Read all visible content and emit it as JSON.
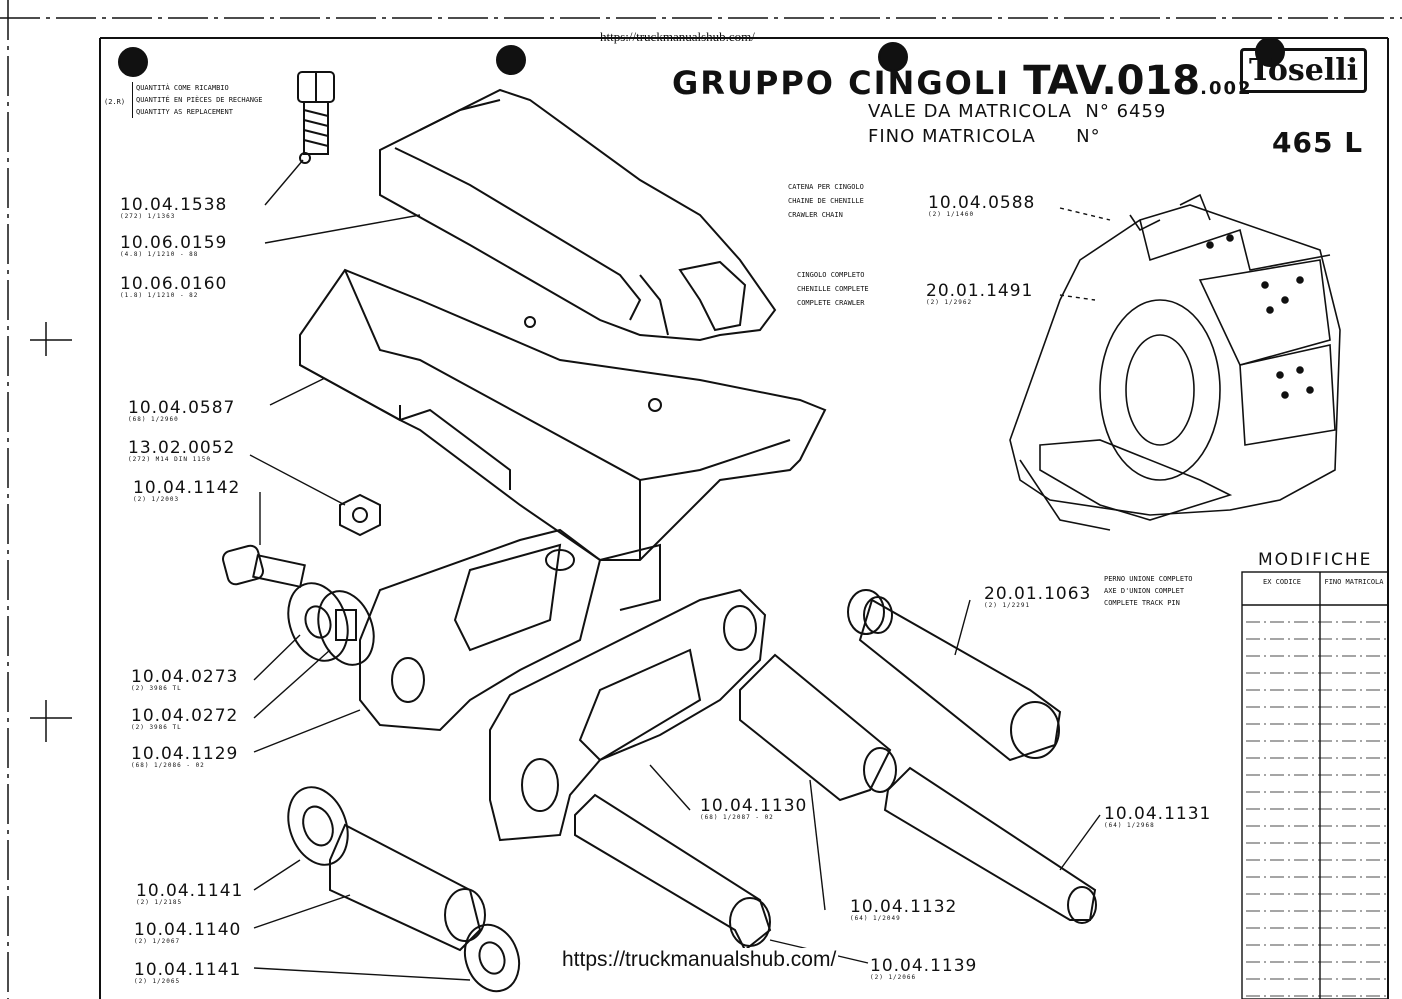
{
  "header": {
    "url_top": "https://truckmanualshub.com/",
    "title": "GRUPPO  CINGOLI",
    "table_code": "TAV.018",
    "table_suffix": ".002",
    "valid_from_label": "VALE DA MATRICOLA",
    "valid_from_value": "N° 6459",
    "valid_to_label": "FINO MATRICOLA",
    "valid_to_value": "N°",
    "brand": "Toselli",
    "model": "465 L"
  },
  "legend": {
    "marker": "(2.R)",
    "lines": [
      "QUANTITÀ COME RICAMBIO",
      "QUANTITÉ EN PIÈCES DE RECHANGE",
      "QUANTITY AS REPLACEMENT"
    ]
  },
  "callouts": {
    "chain": {
      "lines": [
        "CATENA PER CINGOLO",
        "CHAINE DE CHENILLE",
        "CRAWLER CHAIN"
      ],
      "part": "10.04.0588",
      "qty": "(2) 1/1460"
    },
    "crawler": {
      "lines": [
        "CINGOLO COMPLETO",
        "CHENILLE COMPLETE",
        "COMPLETE CRAWLER"
      ],
      "part": "20.01.1491",
      "qty": "(2) 1/2962"
    },
    "pin": {
      "lines": [
        "PERNO UNIONE COMPLETO",
        "AXE D'UNION COMPLET",
        "COMPLETE TRACK PIN"
      ],
      "part": "20.01.1063",
      "qty": "(2) 1/2291"
    }
  },
  "parts": [
    {
      "code": "10.04.1538",
      "qty": "(272) 1/1363"
    },
    {
      "code": "10.06.0159",
      "qty": "(4.8) 1/1210 - 88"
    },
    {
      "code": "10.06.0160",
      "qty": "(1.8) 1/1210 - 82"
    },
    {
      "code": "10.04.0587",
      "qty": "(68) 1/2960"
    },
    {
      "code": "13.02.0052",
      "qty": "(272) M14 DIN 1150"
    },
    {
      "code": "10.04.1142",
      "qty": "(2) 1/2003"
    },
    {
      "code": "10.04.0273",
      "qty": "(2) 3986 TL"
    },
    {
      "code": "10.04.0272",
      "qty": "(2) 3986 TL"
    },
    {
      "code": "10.04.1129",
      "qty": "(68) 1/2086 - 02"
    },
    {
      "code": "10.04.1130",
      "qty": "(68) 1/2087 - 02"
    },
    {
      "code": "10.04.1131",
      "qty": "(64) 1/2968"
    },
    {
      "code": "10.04.1132",
      "qty": "(64) 1/2049"
    },
    {
      "code": "10.04.1141",
      "qty": "(2) 1/2185"
    },
    {
      "code": "10.04.1140",
      "qty": "(2) 1/2067"
    },
    {
      "code": "10.04.1141",
      "qty": "(2) 1/2065"
    },
    {
      "code": "10.04.1139",
      "qty": "(2) 1/2066"
    }
  ],
  "modifiche": {
    "title": "MODIFICHE",
    "col1": "EX CODICE",
    "col2": "FINO MATRICOLA"
  },
  "url_bottom": "https://truckmanualshub.com/"
}
